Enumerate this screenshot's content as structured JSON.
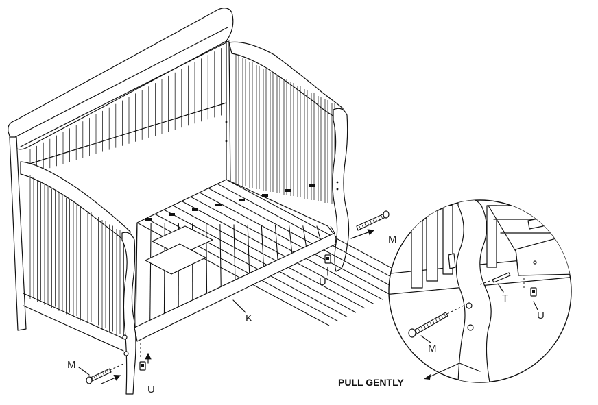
{
  "labels": {
    "m_right": "M",
    "m_left": "M",
    "m_detail": "M",
    "u_right": "U",
    "u_left": "U",
    "u_detail": "U",
    "k": "K",
    "t": "T",
    "pull_gently": "PULL GENTLY"
  },
  "icons": [
    "bolt-icon",
    "barrel-nut-icon",
    "arrow-icon",
    "magnify-detail-circle"
  ]
}
